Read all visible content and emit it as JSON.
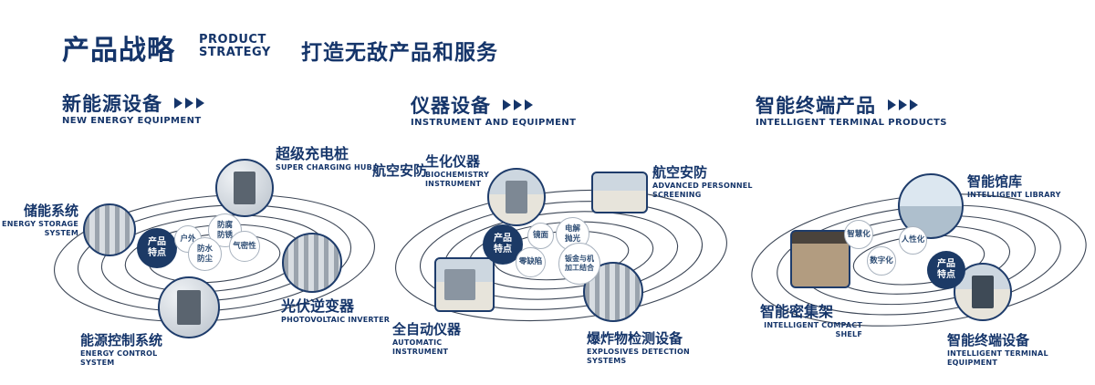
{
  "header": {
    "title": "产品战略",
    "title_en_line1": "PRODUCT",
    "title_en_line2": "STRATEGY",
    "tagline": "打造无敌产品和服务"
  },
  "sections": [
    {
      "title": "新能源设备",
      "subtitle": "NEW ENERGY EQUIPMENT",
      "badge": "产品特点",
      "features": [
        "户外",
        "防腐防锈",
        "气密性",
        "防水防尘"
      ],
      "items": [
        {
          "name": "储能系统",
          "en": "ENERGY STORAGE SYSTEM"
        },
        {
          "name": "超级充电桩",
          "en": "SUPER CHARGING HUB"
        },
        {
          "name": "光伏逆变器",
          "en": "PHOTOVOLTAIC INVERTER"
        },
        {
          "name": "能源控制系统",
          "en": "ENERGY CONTROL SYSTEM"
        }
      ]
    },
    {
      "title": "仪器设备",
      "subtitle": "INSTRUMENT AND EQUIPMENT",
      "badge": "产品特点",
      "aux_label": "航空安防",
      "features": [
        "镜面",
        "电解抛光",
        "零缺陷",
        "钣金与机加工结合"
      ],
      "items": [
        {
          "name": "生化仪器",
          "en": "BIOCHEMISTRY INSTRUMENT"
        },
        {
          "name": "航空安防",
          "en": "ADVANCED PERSONNEL SCREENING"
        },
        {
          "name": "全自动仪器",
          "en": "AUTOMATIC INSTRUMENT"
        },
        {
          "name": "爆炸物检测设备",
          "en": "EXPLOSIVES DETECTION SYSTEMS"
        }
      ]
    },
    {
      "title": "智能终端产品",
      "subtitle": "INTELLIGENT TERMINAL PRODUCTS",
      "badge": "产品特点",
      "features": [
        "智慧化",
        "人性化",
        "数字化"
      ],
      "items": [
        {
          "name": "智能馆库",
          "en": "INTELLIGENT LIBRARY"
        },
        {
          "name": "智能密集架",
          "en": "INTELLIGENT COMPACT SHELF"
        },
        {
          "name": "智能终端设备",
          "en": "INTELLIGENT TERMINAL EQUIPMENT"
        }
      ]
    }
  ]
}
